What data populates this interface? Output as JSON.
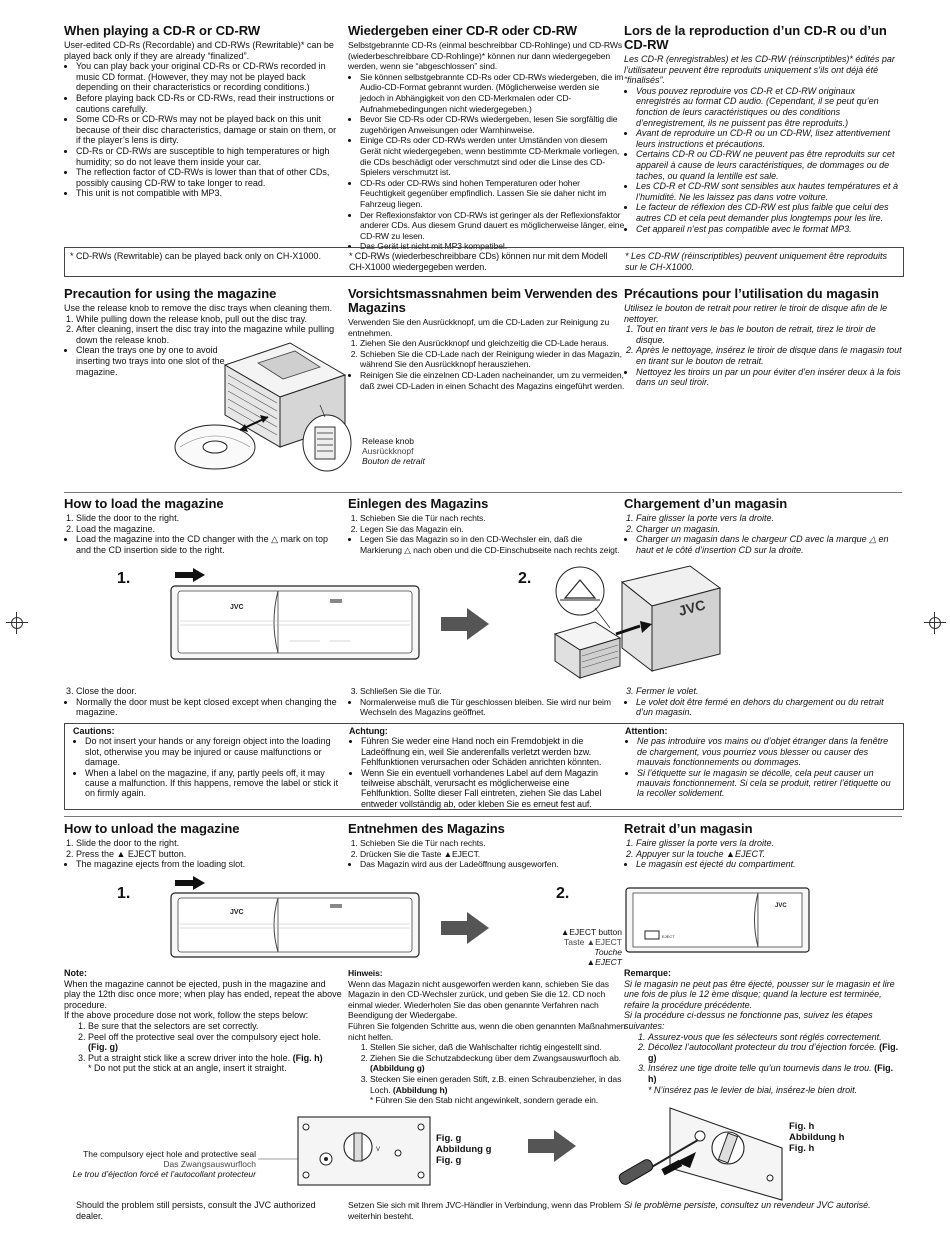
{
  "s1": {
    "en": {
      "title": "When playing a CD-R or CD-RW",
      "intro": "User-edited CD-Rs (Recordable) and CD-RWs (Rewritable)* can be played back only if they are already “finalized”.",
      "items": [
        "You can play back your original CD-Rs or CD-RWs recorded in music CD format. (However, they may not be played back depending on their characteristics or recording conditions.)",
        "Before playing back CD-Rs or CD-RWs, read their instructions or cautions carefully.",
        "Some CD-Rs or CD-RWs may not be played back on this unit because of their disc characteristics, damage or stain on them, or if the player’s lens is dirty.",
        "CD-Rs or CD-RWs are susceptible to high temperatures or high humidity; so do not leave them inside your car.",
        "The reflection factor of CD-RWs is lower than that of other CDs, possibly causing CD-RW to take longer to read.",
        "This unit is not compatible with MP3."
      ],
      "note": "* CD-RWs (Rewritable) can be played back only on CH-X1000."
    },
    "de": {
      "title": "Wiedergeben einer CD-R oder CD-RW",
      "intro": "Selbstgebrannte CD-Rs (einmal beschreibbar CD-Rohlinge) und CD-RWs (wiederbeschreibbare CD-Rohlinge)* können nur dann wiedergegeben werden, wenn sie “abgeschlossen” sind.",
      "items": [
        "Sie können selbstgebrannte CD-Rs oder CD-RWs wiedergeben, die im Audio-CD-Format gebrannt wurden. (Möglicherweise werden sie jedoch in Abhängigkeit von den CD-Merkmalen oder CD-Aufnahmebedingungen nicht wiedergegeben.)",
        "Bevor Sie CD-Rs oder CD-RWs wiedergeben, lesen Sie sorgfältig die zugehörigen Anweisungen oder Warnhinweise.",
        "Einige CD-Rs oder CD-RWs werden unter Umständen von diesem Gerät nicht wiedergegeben, wenn bestimmte CD-Merkmale vorliegen, die CDs beschädigt oder verschmutzt sind oder die Linse des CD-Spielers verschmutzt ist.",
        "CD-Rs oder CD-RWs sind hohen Temperaturen oder hoher Feuchtigkeit gegenüber empfindlich. Lassen Sie sie daher nicht im Fahrzeug liegen.",
        "Der Reflexionsfaktor von CD-RWs ist geringer als der Reflexionsfaktor anderer CDs. Aus diesem Grund dauert es möglicherweise länger, eine CD-RW zu lesen.",
        "Das Gerät ist nicht mit MP3 kompatibel."
      ],
      "note": "* CD-RWs (wiederbeschreibbare CDs) können nur mit dem Modell CH-X1000 wiedergegeben werden."
    },
    "fr": {
      "title": "Lors de la reproduction d’un CD-R ou d’un CD-RW",
      "intro": "Les CD-R (enregistrables) et les CD-RW (réinscriptibles)* édités par l’utilisateur peuvent être reproduits uniquement s’ils ont déjà été “finalisés”.",
      "items": [
        "Vous pouvez reproduire vos CD-R et CD-RW originaux enregistrés au format CD audio. (Cependant, il se peut qu’en fonction de leurs caractéristiques ou des conditions d’enregistrement, ils ne puissent pas être reproduits.)",
        "Avant de reproduire un CD-R ou un CD-RW, lisez attentivement leurs instructions et précautions.",
        "Certains CD-R ou CD-RW ne peuvent pas être reproduits sur cet appareil à cause de leurs caractéristiques, de dommages ou de taches, ou quand la lentille est sale.",
        "Les CD-R et CD-RW sont sensibles aux hautes températures et à l’humidité. Ne les laissez pas dans votre voiture.",
        "Le facteur de réflexion des CD-RW est plus faible que celui des autres CD et cela peut demander plus longtemps pour les lire.",
        "Cet appareil n’est pas compatible avec le format MP3."
      ],
      "note": "* Les CD-RW (réinscriptibles) peuvent uniquement être reproduits sur le CH-X1000."
    }
  },
  "s2": {
    "en": {
      "title": "Precaution for using the magazine",
      "intro": "Use the release knob to remove the disc trays when cleaning them.",
      "steps": [
        "While pulling down the release knob, pull out the disc tray.",
        "After cleaning, insert the disc tray into the magazine while pulling down the release knob."
      ],
      "bullet": "Clean the trays one by one to avoid inserting two trays into one slot of the magazine."
    },
    "de": {
      "title": "Vorsichtsmassnahmen beim Verwenden des Magazins",
      "intro": "Verwenden Sie den Ausrückknopf, um die CD-Laden zur Reinigung zu entnehmen.",
      "steps": [
        "Ziehen Sie den Ausrückknopf und gleichzeitig die CD-Lade heraus.",
        "Schieben Sie die CD-Lade nach der Reinigung wieder in das Magazin, während Sie den Ausrückknopf herausziehen."
      ],
      "bullet": "Reinigen Sie die einzelnen CD-Laden nacheinander, um zu vermeiden, daß zwei CD-Laden in einen Schacht des Magazins eingeführt werden."
    },
    "fr": {
      "title": "Précautions pour l’utilisation du magasin",
      "intro": "Utilisez le bouton de retrait pour retirer le tiroir de disque afin de le nettoyer.",
      "steps": [
        "Tout en tirant vers le bas le bouton de retrait, tirez le tiroir de disque.",
        "Après le nettoyage, insérez le tiroir de disque dans le magasin tout en tirant sur le bouton de retrait."
      ],
      "bullet": "Nettoyez les tiroirs un par un pour éviter d’en insérer deux à la fois dans un seul tiroir."
    },
    "release_en": "Release knob",
    "release_de": "Ausrückknopf",
    "release_fr": "Bouton de retrait"
  },
  "s3": {
    "en": {
      "title": "How to load the magazine",
      "steps": [
        "Slide the door to the right.",
        "Load the magazine."
      ],
      "bullet": "Load the magazine into the CD changer with the △ mark on top and the CD insertion side to the right.",
      "step3": "Close the door.",
      "bullet3": "Normally the door must be kept closed except when changing the magazine.",
      "caution_title": "Cautions:",
      "cautions": [
        "Do not insert your hands or any foreign object into the loading slot, otherwise you may be injured or cause malfunctions or damage.",
        "When a label on the magazine, if any, partly peels off, it may cause a malfunction. If this happens, remove the label or stick it on firmly again."
      ]
    },
    "de": {
      "title": "Einlegen des Magazins",
      "steps": [
        "Schieben Sie die Tür nach rechts.",
        "Legen Sie das Magazin ein."
      ],
      "bullet": "Legen Sie das Magazin so in den CD-Wechsler ein, daß die Markierung △ nach oben und die CD-Einschubseite nach rechts zeigt.",
      "step3": "Schließen Sie die Tür.",
      "bullet3": "Normalerweise muß die Tür geschlossen bleiben. Sie wird nur beim Wechseln des Magazins geöffnet.",
      "caution_title": "Achtung:",
      "cautions": [
        "Führen Sie weder eine Hand noch ein Fremdobjekt in die Ladeöffnung ein, weil Sie anderenfalls verletzt werden bzw. Fehlfunktionen verursachen oder Schäden anrichten könnten.",
        "Wenn Sie ein eventuell vorhandenes Label auf dem Magazin teilweise abschält, verursacht es möglicherweise eine Fehlfunktion. Sollte dieser Fall eintreten, ziehen Sie das Label entweder vollständig ab, oder kleben Sie es erneut fest auf."
      ]
    },
    "fr": {
      "title": "Chargement d’un magasin",
      "steps": [
        "Faire glisser la porte vers la droite.",
        "Charger un magasin."
      ],
      "bullet": "Charger un magasin dans le chargeur CD avec la marque △ en haut et le côté d’insertion CD sur la droite.",
      "step3": "Fermer le volet.",
      "bullet3": "Le volet doit être fermé en dehors du chargement ou du retrait d’un magasin.",
      "caution_title": "Attention:",
      "cautions": [
        "Ne pas introduire vos mains ou d’objet étranger dans la fenêtre de chargement, vous pourriez vous blesser ou causer des mauvais fonctionnements ou dommages.",
        "Si l’étiquette sur le magasin se décolle, cela peut causer un mauvais fonctionnement. Si cela se produit, retirer l’étiquette ou la recoller solidement."
      ]
    },
    "fig1": "1.",
    "fig2": "2.",
    "brand": "JVC"
  },
  "s4": {
    "en": {
      "title": "How to unload the magazine",
      "steps": [
        "Slide the door to the right.",
        "Press the ▲ EJECT button."
      ],
      "bullet": "The magazine ejects from the loading slot.",
      "note_title": "Note:",
      "note": "When the magazine cannot be ejected, push in the magazine and play the 12th disc once more; when play has ended, repeat the above procedure.",
      "note2": "If the above procedure dose not work, follow the steps below:",
      "sub": [
        "Be sure that the selectors are set correctly.",
        "Peel off the protective seal over the compulsory eject hole.",
        "Put a straight stick like a screw driver into the hole."
      ],
      "fig_g": "(Fig. g)",
      "fig_h": "(Fig. h)",
      "star": "* Do not put the stick at an angle, insert it straight.",
      "final": "Should the problem still persists, consult the JVC authorized dealer."
    },
    "de": {
      "title": "Entnehmen des Magazins",
      "steps": [
        "Schieben Sie die Tür nach rechts.",
        "Drücken Sie die Taste ▲EJECT."
      ],
      "bullet": "Das Magazin wird aus der Ladeöffnung ausgeworfen.",
      "note_title": "Hinweis:",
      "note": "Wenn das Magazin nicht ausgeworfen werden kann, schieben Sie das Magazin in den CD-Wechsler zurück, und geben Sie die 12. CD noch einmal wieder. Wiederholen Sie das oben genannte Verfahren nach Beendigung der Wiedergabe.",
      "note2": "Führen Sie folgenden Schritte aus, wenn die oben genannten Maßnahmen nicht helfen.",
      "sub": [
        "Stellen Sie sicher, daß die Wahlschalter richtig eingestellt sind.",
        "Ziehen Sie die Schutzabdeckung über dem Zwangsauswurfloch ab.",
        "Stecken Sie einen geraden Stift, z.B. einen Schraubenzieher, in das Loch."
      ],
      "fig_g": "(Abbildung g)",
      "fig_h": "(Abbildung h)",
      "star": "* Führen Sie den Stab nicht angewinkelt, sondern gerade ein.",
      "final": "Setzen Sie sich mit Ihrem JVC-Händler in Verbindung, wenn das Problem weiterhin besteht."
    },
    "fr": {
      "title": "Retrait d’un magasin",
      "steps": [
        "Faire glisser la porte vers la droite.",
        "Appuyer sur la touche ▲EJECT."
      ],
      "bullet": "Le magasin est éjecté du compartiment.",
      "note_title": "Remarque:",
      "note": "Si le magasin ne peut pas être éjecté, pousser sur le magasin et lire une fois de plus le 12 ème disque; quand la lecture est terminée, refaire la procédure précédente.",
      "note2": "Si la procédure ci-dessus ne fonctionne pas, suivez les étapes suivantes:",
      "sub": [
        "Assurez-vous que les sélecteurs sont réglés correctement.",
        "Décollez l’autocollant protecteur du trou d’éjection forcée.",
        "Insérez une tige droite telle qu’un tournevis dans le trou."
      ],
      "fig_g": "(Fig. g)",
      "fig_h": "(Fig. h)",
      "star": "* N’insérez pas le levier de biai, insérez-le bien droit.",
      "final": "Si le problème persiste, consultez un revendeur JVC autorisé."
    },
    "eject_en": "▲EJECT button",
    "eject_de": "Taste ▲EJECT",
    "eject_fr": "Touche ▲EJECT",
    "eject_small": "EJECT",
    "hole_en": "The compulsory eject hole and protective seal",
    "hole_de": "Das Zwangsauswurfloch",
    "hole_fr": "Le trou d’éjection forcé et l’autocollant protecteur",
    "figg_en": "Fig. g",
    "figg_de": "Abbildung g",
    "figg_fr": "Fig. g",
    "figh_en": "Fig. h",
    "figh_de": "Abbildung h",
    "figh_fr": "Fig. h",
    "knob_letter": "V"
  }
}
